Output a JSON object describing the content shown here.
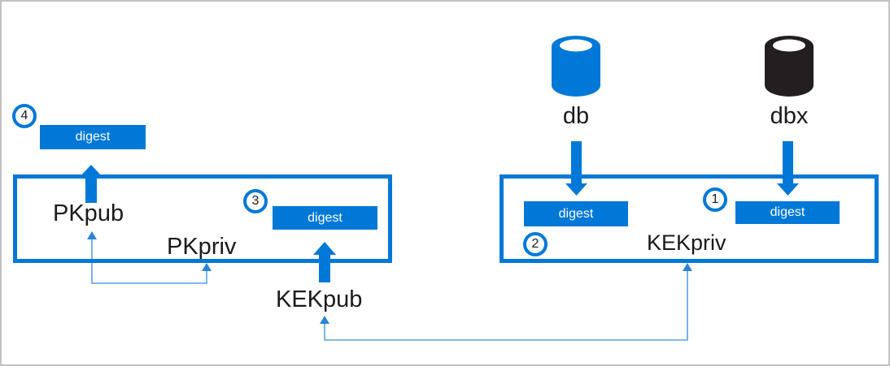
{
  "labels": {
    "pkpub": "PKpub",
    "pkpriv": "PKpriv",
    "kekpub": "KEKpub",
    "kekpriv": "KEKpriv",
    "db": "db",
    "dbx": "dbx",
    "digest": "digest"
  },
  "steps": {
    "s1": "1",
    "s2": "2",
    "s3": "3",
    "s4": "4"
  },
  "colors": {
    "accent_blue": "#0078d7",
    "dbx_black": "#231f20",
    "thin_line_blue": "#59a1e1",
    "thin_arrowhead_blue": "#2a84d8",
    "text_black": "#1b1b1b",
    "digest_text_white": "#ffffff",
    "frame_gray": "#c1c1c1"
  }
}
